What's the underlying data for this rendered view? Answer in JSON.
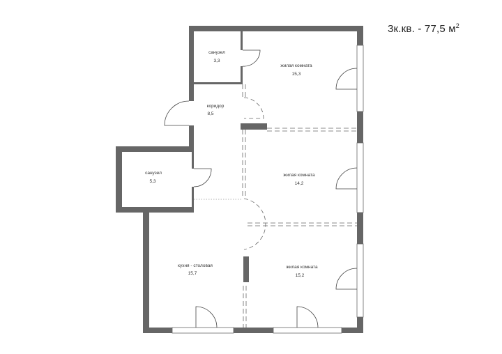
{
  "title": {
    "text": "3к.кв. - 77,5 м",
    "superscript": "2"
  },
  "rooms": [
    {
      "name": "санузел",
      "area": "3,3"
    },
    {
      "name": "жилая комната",
      "area": "15,3"
    },
    {
      "name": "коридор",
      "area": "8,5"
    },
    {
      "name": "санузел",
      "area": "5,3"
    },
    {
      "name": "жилая комната",
      "area": "14,2"
    },
    {
      "name": "кухня - столовая",
      "area": "15,7"
    },
    {
      "name": "жилая комната",
      "area": "15,2"
    }
  ],
  "colors": {
    "wall": "#666666",
    "background": "#ffffff"
  }
}
